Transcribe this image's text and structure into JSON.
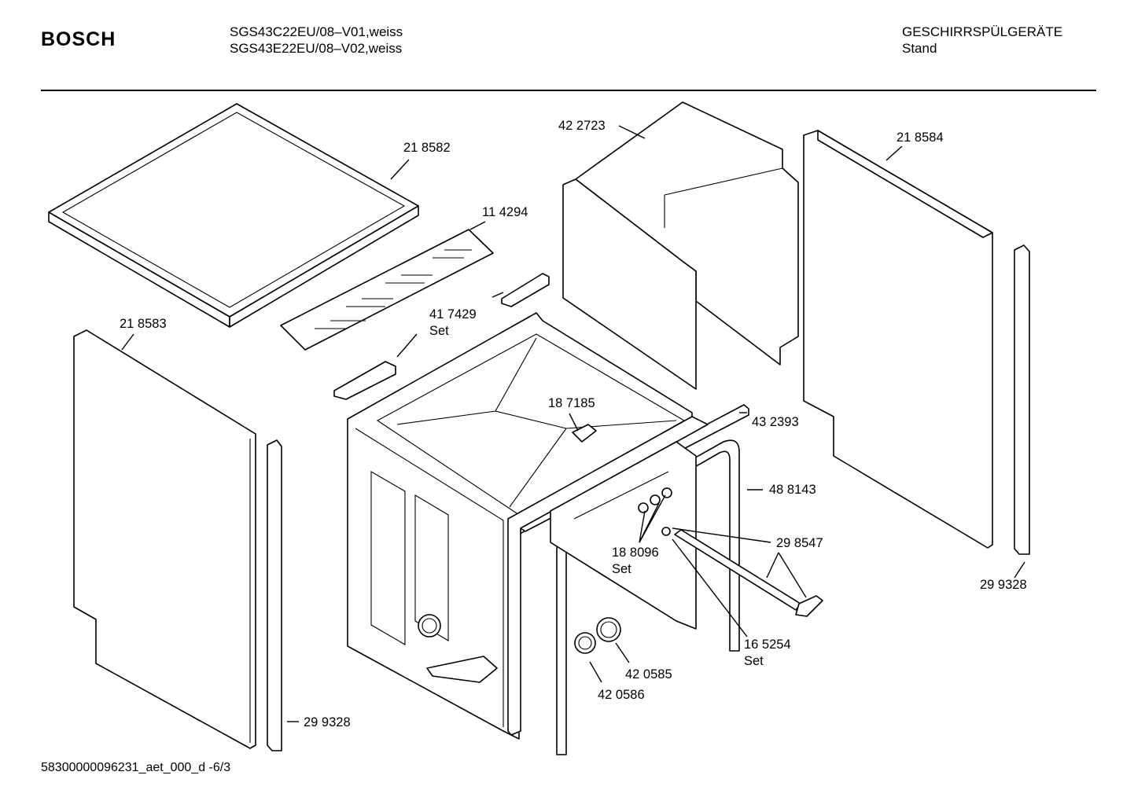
{
  "header": {
    "brand": "BOSCH",
    "models": [
      "SGS43C22EU/08–V01,weiss",
      "SGS43E22EU/08–V02,weiss"
    ],
    "category": [
      "GESCHIRRSPÜLGERÄTE",
      "Stand"
    ]
  },
  "footer": {
    "doc_id": "58300000096231_aet_000_d -6/3"
  },
  "parts": [
    {
      "id": "p-218582",
      "number": "21 8582"
    },
    {
      "id": "p-114294",
      "number": "11 4294"
    },
    {
      "id": "p-417429",
      "number": "41 7429",
      "note": "Set"
    },
    {
      "id": "p-422723",
      "number": "42 2723"
    },
    {
      "id": "p-218584",
      "number": "21 8584"
    },
    {
      "id": "p-218583",
      "number": "21 8583"
    },
    {
      "id": "p-187185",
      "number": "18 7185"
    },
    {
      "id": "p-432393",
      "number": "43 2393"
    },
    {
      "id": "p-488143",
      "number": "48 8143"
    },
    {
      "id": "p-298547",
      "number": "29 8547"
    },
    {
      "id": "p-188096",
      "number": "18 8096",
      "note": "Set"
    },
    {
      "id": "p-165254",
      "number": "16 5254",
      "note": "Set"
    },
    {
      "id": "p-420585",
      "number": "42 0585"
    },
    {
      "id": "p-420586",
      "number": "42 0586"
    },
    {
      "id": "p-299328-right",
      "number": "29 9328"
    },
    {
      "id": "p-299328-left",
      "number": "29 9328"
    }
  ]
}
